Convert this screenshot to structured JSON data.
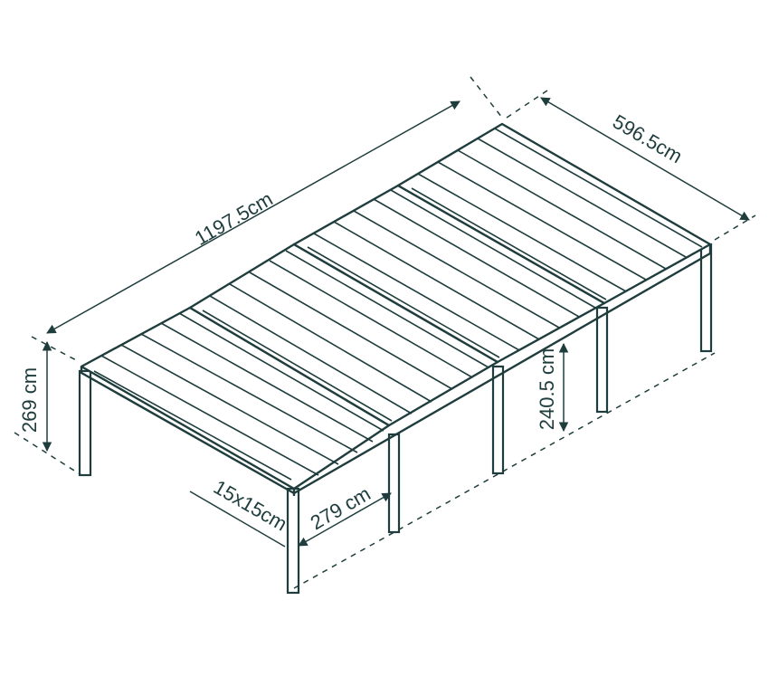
{
  "dimensions": {
    "length": "1197.5cm",
    "width": "596.5cm",
    "total_height": "269 cm",
    "clear_height": "240.5 cm",
    "post_size": "15x15cm",
    "post_spacing": "279 cm"
  },
  "colors": {
    "stroke": "#1f3d3d",
    "background": "#ffffff"
  }
}
